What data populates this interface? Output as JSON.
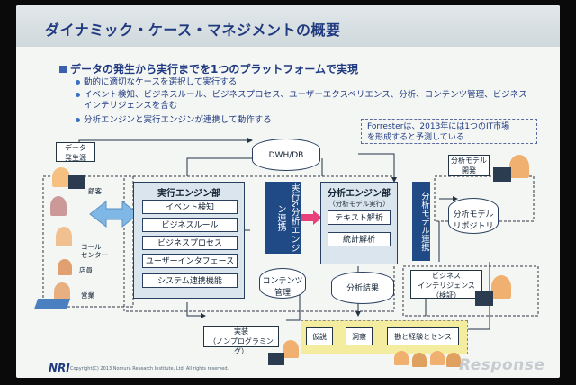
{
  "title": "ダイナミック・ケース・マネジメントの概要",
  "main_bullet": "データの発生から実行までを1つのプラットフォームで実現",
  "sub_bullets": [
    "動的に適切なケースを選択して実行する",
    "イベント検知、ビジネスルール、ビジネスプロセス、ユーザーエクスペリエンス、分析、コンテンツ管理、ビジネス",
    "インテリジェンスを含む",
    "分析エンジンと実行エンジンが連携して動作する"
  ],
  "forrester_note": [
    "Forresterは、2013年には1つのIT市場",
    "を形成すると予測している"
  ],
  "diagram": {
    "data_source": [
      "データ",
      "発生源"
    ],
    "customer": "顧客",
    "call_center": [
      "コール",
      "センター"
    ],
    "store": "店員",
    "sales": "営業",
    "dwh": "DWH/DB",
    "exec_engine": "実行エンジン部",
    "exec_items": [
      "イベント検知",
      "ビジネスルール",
      "ビジネスプロセス",
      "ユーザーインタフェース",
      "システム連携機能"
    ],
    "link_label": [
      "実行&分析",
      "エンジン連携"
    ],
    "analysis_engine": "分析エンジン部",
    "analysis_sub": "（分析モデル実行）",
    "analysis_items": [
      "テキスト解析",
      "統計解析"
    ],
    "model_link": "分析モデル連携",
    "model_dev": [
      "分析モデル",
      "開発"
    ],
    "model_repo": [
      "分析モデル",
      "リポジトリ"
    ],
    "content_mgmt": [
      "コンテンツ",
      "管理"
    ],
    "analysis_result": "分析結果",
    "bi": [
      "ビジネス",
      "インテリジェンス",
      "（検証）"
    ],
    "impl": [
      "実装",
      "（ノンプログラミング）"
    ],
    "hypothesis": "仮説",
    "insight": "洞察",
    "intuition": "勘と経験とセンス"
  },
  "footer": "Copyright(C) 2013 Nomura Research Institute, Ltd. All rights reserved.",
  "logo": "NRI",
  "watermark": "Response"
}
